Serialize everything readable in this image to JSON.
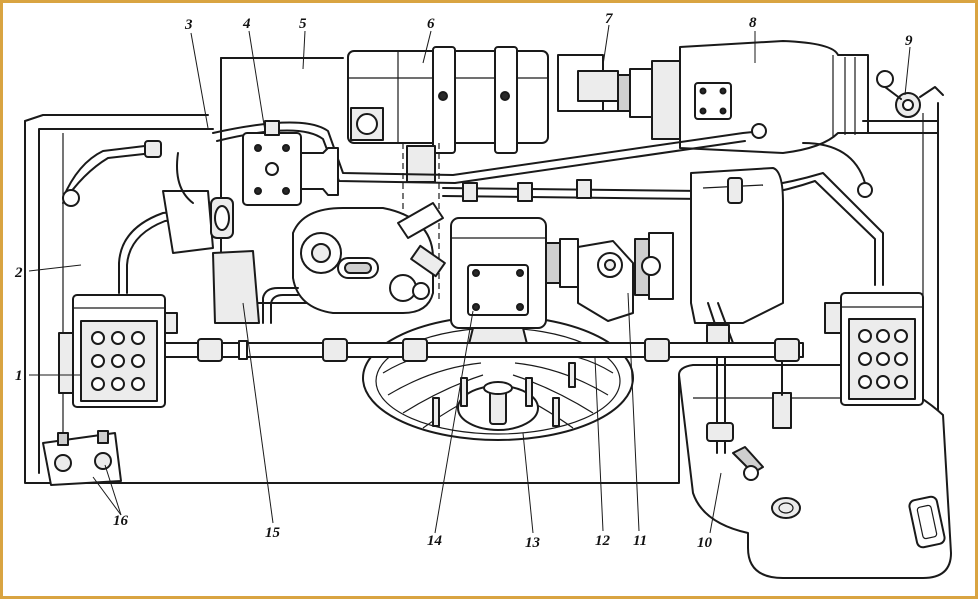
{
  "diagram": {
    "callouts": [
      {
        "id": "callout-1",
        "label": "1"
      },
      {
        "id": "callout-2",
        "label": "2"
      },
      {
        "id": "callout-3",
        "label": "3"
      },
      {
        "id": "callout-4",
        "label": "4"
      },
      {
        "id": "callout-5",
        "label": "5"
      },
      {
        "id": "callout-6",
        "label": "6"
      },
      {
        "id": "callout-7",
        "label": "7"
      },
      {
        "id": "callout-8",
        "label": "8"
      },
      {
        "id": "callout-9",
        "label": "9"
      },
      {
        "id": "callout-10",
        "label": "10"
      },
      {
        "id": "callout-11",
        "label": "11"
      },
      {
        "id": "callout-12",
        "label": "12"
      },
      {
        "id": "callout-13",
        "label": "13"
      },
      {
        "id": "callout-14",
        "label": "14"
      },
      {
        "id": "callout-15",
        "label": "15"
      },
      {
        "id": "callout-16",
        "label": "16"
      }
    ],
    "colors": {
      "frame": "#d9a441",
      "ink": "#1a1a1a",
      "background": "#ffffff"
    }
  }
}
